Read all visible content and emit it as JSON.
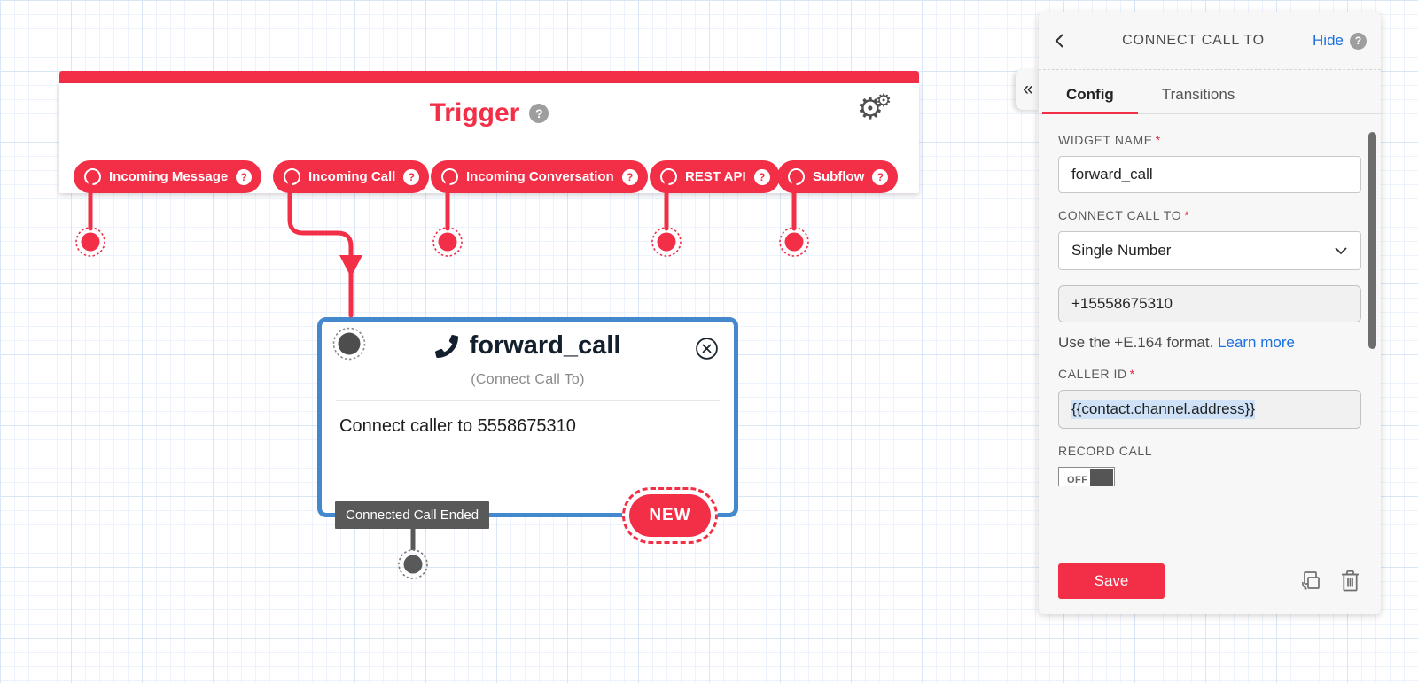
{
  "icons": {
    "question_mark": "?",
    "gear": "⚙",
    "collapse": "«"
  },
  "canvas": {
    "trigger": {
      "title": "Trigger",
      "pills": [
        "Incoming Message",
        "Incoming Call",
        "Incoming Conversation",
        "REST API",
        "Subflow"
      ]
    },
    "widget": {
      "name": "forward_call",
      "type": "(Connect Call To)",
      "summary": "Connect caller to 5558675310",
      "transition": "Connected Call Ended",
      "badge": "NEW"
    }
  },
  "panel": {
    "title": "CONNECT CALL TO",
    "hide": "Hide",
    "tabs": [
      "Config",
      "Transitions"
    ],
    "required": "*",
    "widget_name_label": "WIDGET NAME",
    "widget_name_value": "forward_call",
    "connect_label": "CONNECT CALL TO",
    "connect_value": "Single Number",
    "number_value": "+15558675310",
    "format_hint": "Use the +E.164 format.",
    "learn_more": "Learn more",
    "caller_id_label": "CALLER ID",
    "caller_id_value": "{{contact.channel.address}}",
    "record_label": "RECORD CALL",
    "toggle_off": "OFF",
    "save": "Save"
  },
  "colors": {
    "red": "#F22F46",
    "selected_blue": "#4489CE",
    "link_blue": "#1b6fde",
    "dark_gray": "#595959",
    "panel_bg": "#f7f7f7"
  }
}
